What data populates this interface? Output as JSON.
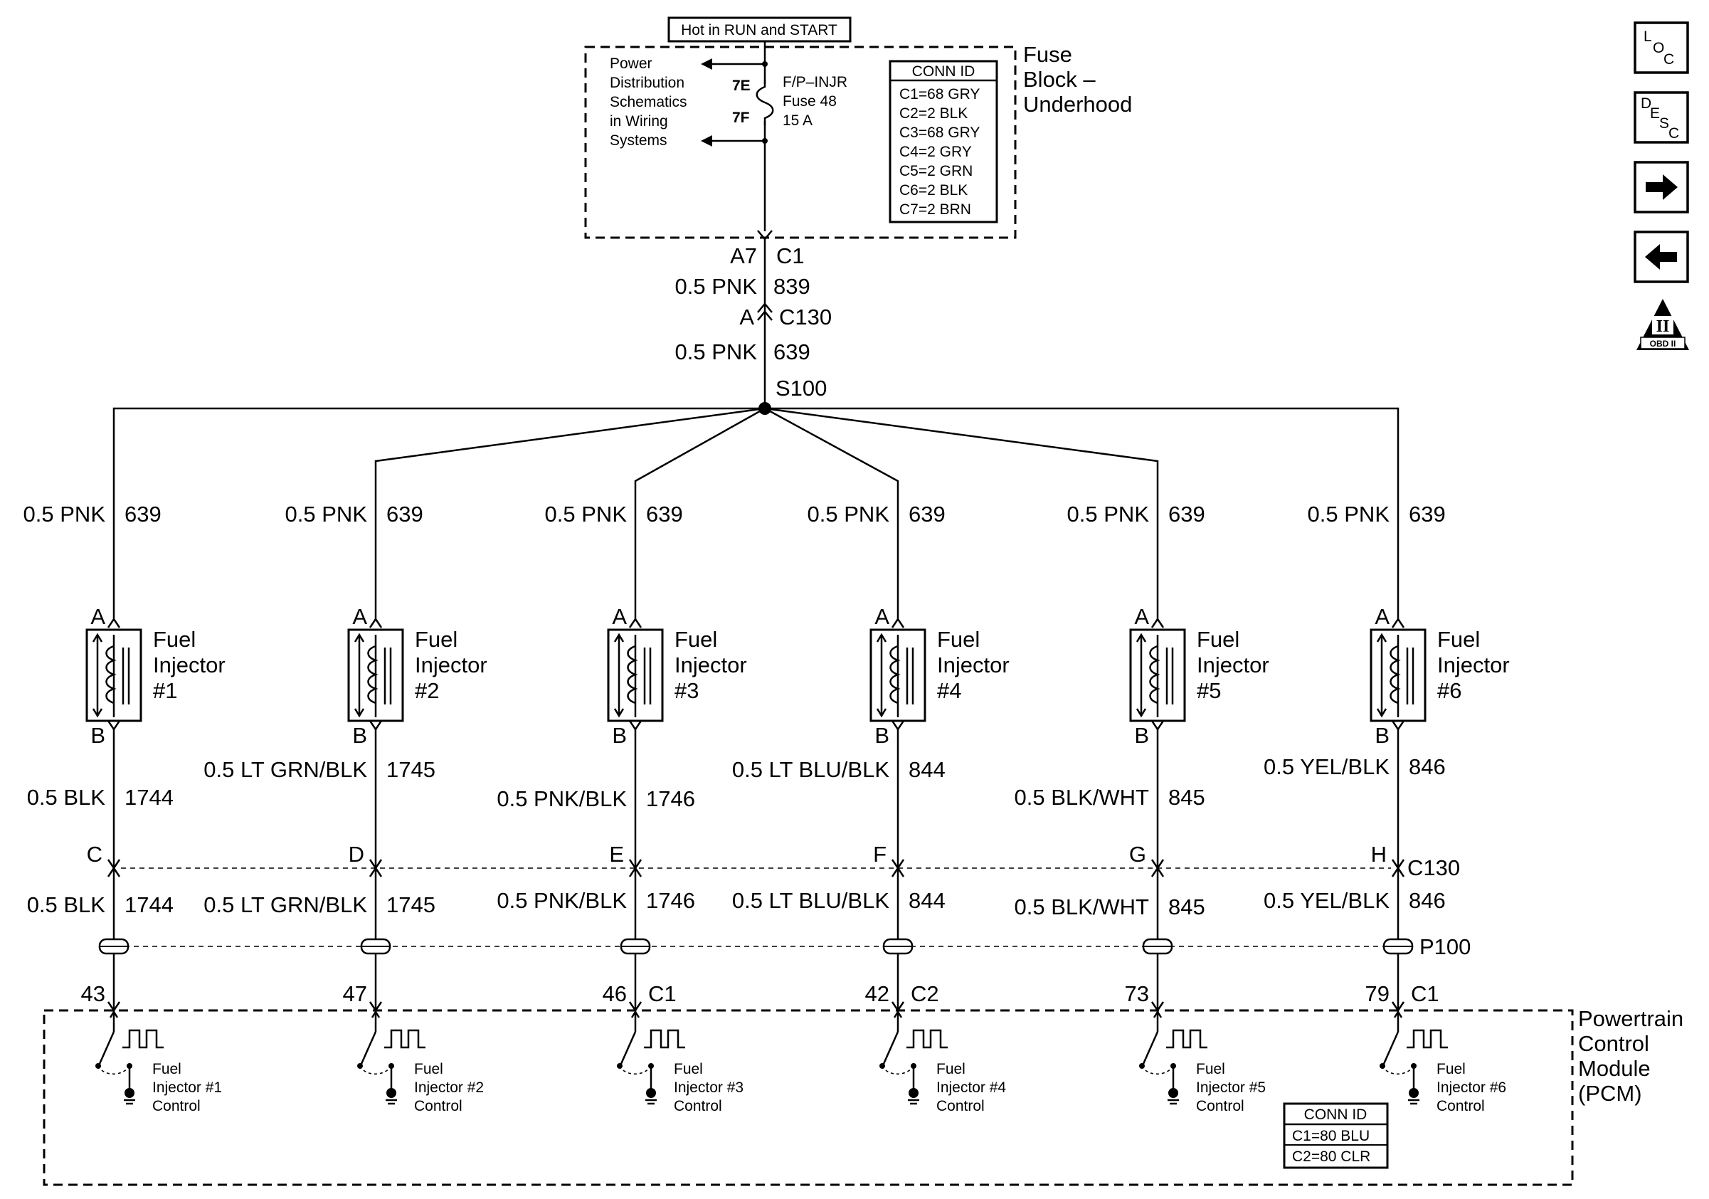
{
  "header": {
    "hot_label": "Hot in RUN and START",
    "fuse_block_label": [
      "Fuse",
      "Block –",
      "Underhood"
    ],
    "power_dist_label": [
      "Power",
      "Distribution",
      "Schematics",
      "in Wiring",
      "Systems"
    ],
    "fuse_upper_term": "7E",
    "fuse_lower_term": "7F",
    "fuse_label": [
      "F/P–INJR",
      "Fuse 48",
      "15 A"
    ],
    "fuse_conn_id": {
      "title": "CONN ID",
      "rows": [
        "C1=68 GRY",
        "C2=2 BLK",
        "C3=68 GRY",
        "C4=2 GRY",
        "C5=2 GRN",
        "C6=2 BLK",
        "C7=2 BRN"
      ]
    }
  },
  "feed": {
    "fuse_pin": "A7",
    "fuse_conn": "C1",
    "wire1_gauge": "0.5 PNK",
    "wire1_circuit": "839",
    "c130_pin": "A",
    "c130_label": "C130",
    "wire2_gauge": "0.5 PNK",
    "wire2_circuit": "639",
    "splice": "S100"
  },
  "injectors": [
    {
      "top_wire": "0.5 PNK",
      "top_circuit": "639",
      "pin_a": "A",
      "pin_b": "B",
      "label": [
        "Fuel",
        "Injector",
        "#1"
      ],
      "wire_mid": "0.5 BLK",
      "circuit_mid": "1744",
      "c130_pin": "C",
      "wire_low": "0.5 BLK",
      "circuit_low": "1744",
      "pcm_pin": "43",
      "pcm_conn": "",
      "driver": [
        "Fuel",
        "Injector #1",
        "Control"
      ]
    },
    {
      "top_wire": "0.5 PNK",
      "top_circuit": "639",
      "pin_a": "A",
      "pin_b": "B",
      "label": [
        "Fuel",
        "Injector",
        "#2"
      ],
      "wire_mid": "0.5 LT GRN/BLK",
      "circuit_mid": "1745",
      "c130_pin": "D",
      "wire_low": "0.5 LT GRN/BLK",
      "circuit_low": "1745",
      "pcm_pin": "47",
      "pcm_conn": "",
      "driver": [
        "Fuel",
        "Injector #2",
        "Control"
      ]
    },
    {
      "top_wire": "0.5 PNK",
      "top_circuit": "639",
      "pin_a": "A",
      "pin_b": "B",
      "label": [
        "Fuel",
        "Injector",
        "#3"
      ],
      "wire_mid": "0.5 PNK/BLK",
      "circuit_mid": "1746",
      "c130_pin": "E",
      "wire_low": "0.5 PNK/BLK",
      "circuit_low": "1746",
      "pcm_pin": "46",
      "pcm_conn": "C1",
      "driver": [
        "Fuel",
        "Injector #3",
        "Control"
      ]
    },
    {
      "top_wire": "0.5 PNK",
      "top_circuit": "639",
      "pin_a": "A",
      "pin_b": "B",
      "label": [
        "Fuel",
        "Injector",
        "#4"
      ],
      "wire_mid": "0.5 LT BLU/BLK",
      "circuit_mid": "844",
      "c130_pin": "F",
      "wire_low": "0.5 LT BLU/BLK",
      "circuit_low": "844",
      "pcm_pin": "42",
      "pcm_conn": "C2",
      "driver": [
        "Fuel",
        "Injector #4",
        "Control"
      ]
    },
    {
      "top_wire": "0.5 PNK",
      "top_circuit": "639",
      "pin_a": "A",
      "pin_b": "B",
      "label": [
        "Fuel",
        "Injector",
        "#5"
      ],
      "wire_mid": "0.5 BLK/WHT",
      "circuit_mid": "845",
      "c130_pin": "G",
      "wire_low": "0.5 BLK/WHT",
      "circuit_low": "845",
      "pcm_pin": "73",
      "pcm_conn": "",
      "driver": [
        "Fuel",
        "Injector #5",
        "Control"
      ]
    },
    {
      "top_wire": "0.5 PNK",
      "top_circuit": "639",
      "pin_a": "A",
      "pin_b": "B",
      "label": [
        "Fuel",
        "Injector",
        "#6"
      ],
      "wire_mid": "0.5 YEL/BLK",
      "circuit_mid": "846",
      "c130_pin": "H",
      "wire_low": "0.5 YEL/BLK",
      "circuit_low": "846",
      "pcm_pin": "79",
      "pcm_conn": "C1",
      "driver": [
        "Fuel",
        "Injector #6",
        "Control"
      ]
    }
  ],
  "c130_label": "C130",
  "p100_label": "P100",
  "pcm": {
    "label": [
      "Powertrain",
      "Control",
      "Module",
      "(PCM)"
    ],
    "conn_id": {
      "title": "CONN ID",
      "rows": [
        "C1=80 BLU",
        "C2=80 CLR"
      ]
    }
  },
  "nav": {
    "loc": {
      "l": "L",
      "o": "O",
      "c": "C"
    },
    "desc": {
      "d": "D",
      "e": "E",
      "s": "S",
      "c": "C"
    },
    "next_icon": "arrow-right-icon",
    "prev_icon": "arrow-left-icon",
    "obd": {
      "roman": "II",
      "text": "OBD II"
    }
  }
}
